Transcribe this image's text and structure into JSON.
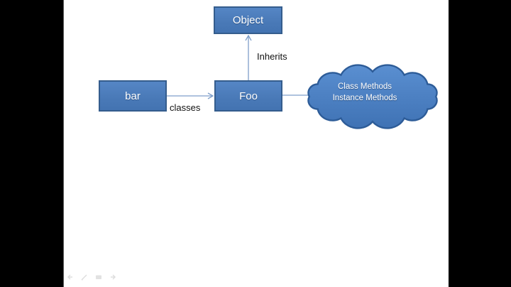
{
  "slide": {
    "background_color": "#ffffff",
    "stage_background_color": "#000000"
  },
  "diagram": {
    "nodes": {
      "object": {
        "label": "Object"
      },
      "bar": {
        "label": "bar"
      },
      "foo": {
        "label": "Foo"
      },
      "cloud": {
        "line1": "Class Methods",
        "line2": "Instance Methods"
      }
    },
    "edges": {
      "foo_to_object": {
        "label": "Inherits"
      },
      "bar_to_foo": {
        "label": "classes"
      },
      "foo_to_cloud": {
        "label": ""
      }
    }
  },
  "colors": {
    "shape_fill": "#4F81BD",
    "shape_border": "#385D8A",
    "cloud_fill_top": "#5a8fd1",
    "cloud_fill_bottom": "#3f72b4",
    "connector": "#7f9fc9",
    "edge_label_text": "#111111",
    "shape_text": "#ffffff"
  },
  "toolbar": {
    "icons": [
      "previous-slide-icon",
      "pen-icon",
      "slide-menu-icon",
      "next-slide-icon"
    ]
  }
}
